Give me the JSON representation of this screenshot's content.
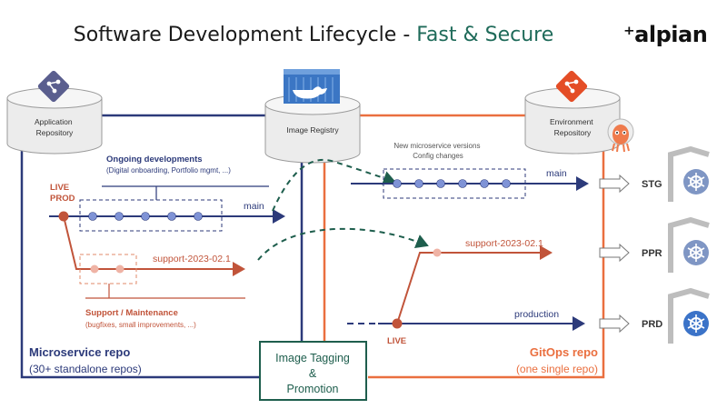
{
  "header": {
    "title_main": "Software Development Lifecycle - ",
    "title_accent": "Fast & Secure",
    "logo": "⁺alpian"
  },
  "colors": {
    "navy": "#2c3a7a",
    "orange": "#ea6f3f",
    "teal": "#1f6b5a",
    "brown": "#c1543a",
    "green_dark": "#1e5e4d",
    "k8s_blue": "#3b73c8"
  },
  "repos": {
    "application": "Application Repository",
    "registry": "Image Registry",
    "environment": "Environment Repository"
  },
  "microservice": {
    "title": "Microservice repo",
    "subtitle": "(30+ standalone repos)",
    "ongoing_title": "Ongoing developments",
    "ongoing_sub": "(Digital onboarding, Portfolio mgmt, ...)",
    "live_prod_line1": "LIVE",
    "live_prod_line2": "PROD",
    "main": "main",
    "support": "support-2023-02.1",
    "support_title": "Support / Maintenance",
    "support_sub": "(bugfixes, small improvements, ...)"
  },
  "gitops": {
    "title": "GitOps repo",
    "subtitle": "(one single repo)",
    "new_versions_line1": "New microservice versions",
    "new_versions_line2": "Config changes",
    "main": "main",
    "support": "support-2023-02.1",
    "production": "production",
    "live": "LIVE"
  },
  "tagging": {
    "line1": "Image Tagging",
    "line2": "&",
    "line3": "Promotion"
  },
  "environments": [
    {
      "label": "STG",
      "color": "#7f96c4"
    },
    {
      "label": "PPR",
      "color": "#7f96c4"
    },
    {
      "label": "PRD",
      "color": "#3b73c8"
    }
  ]
}
